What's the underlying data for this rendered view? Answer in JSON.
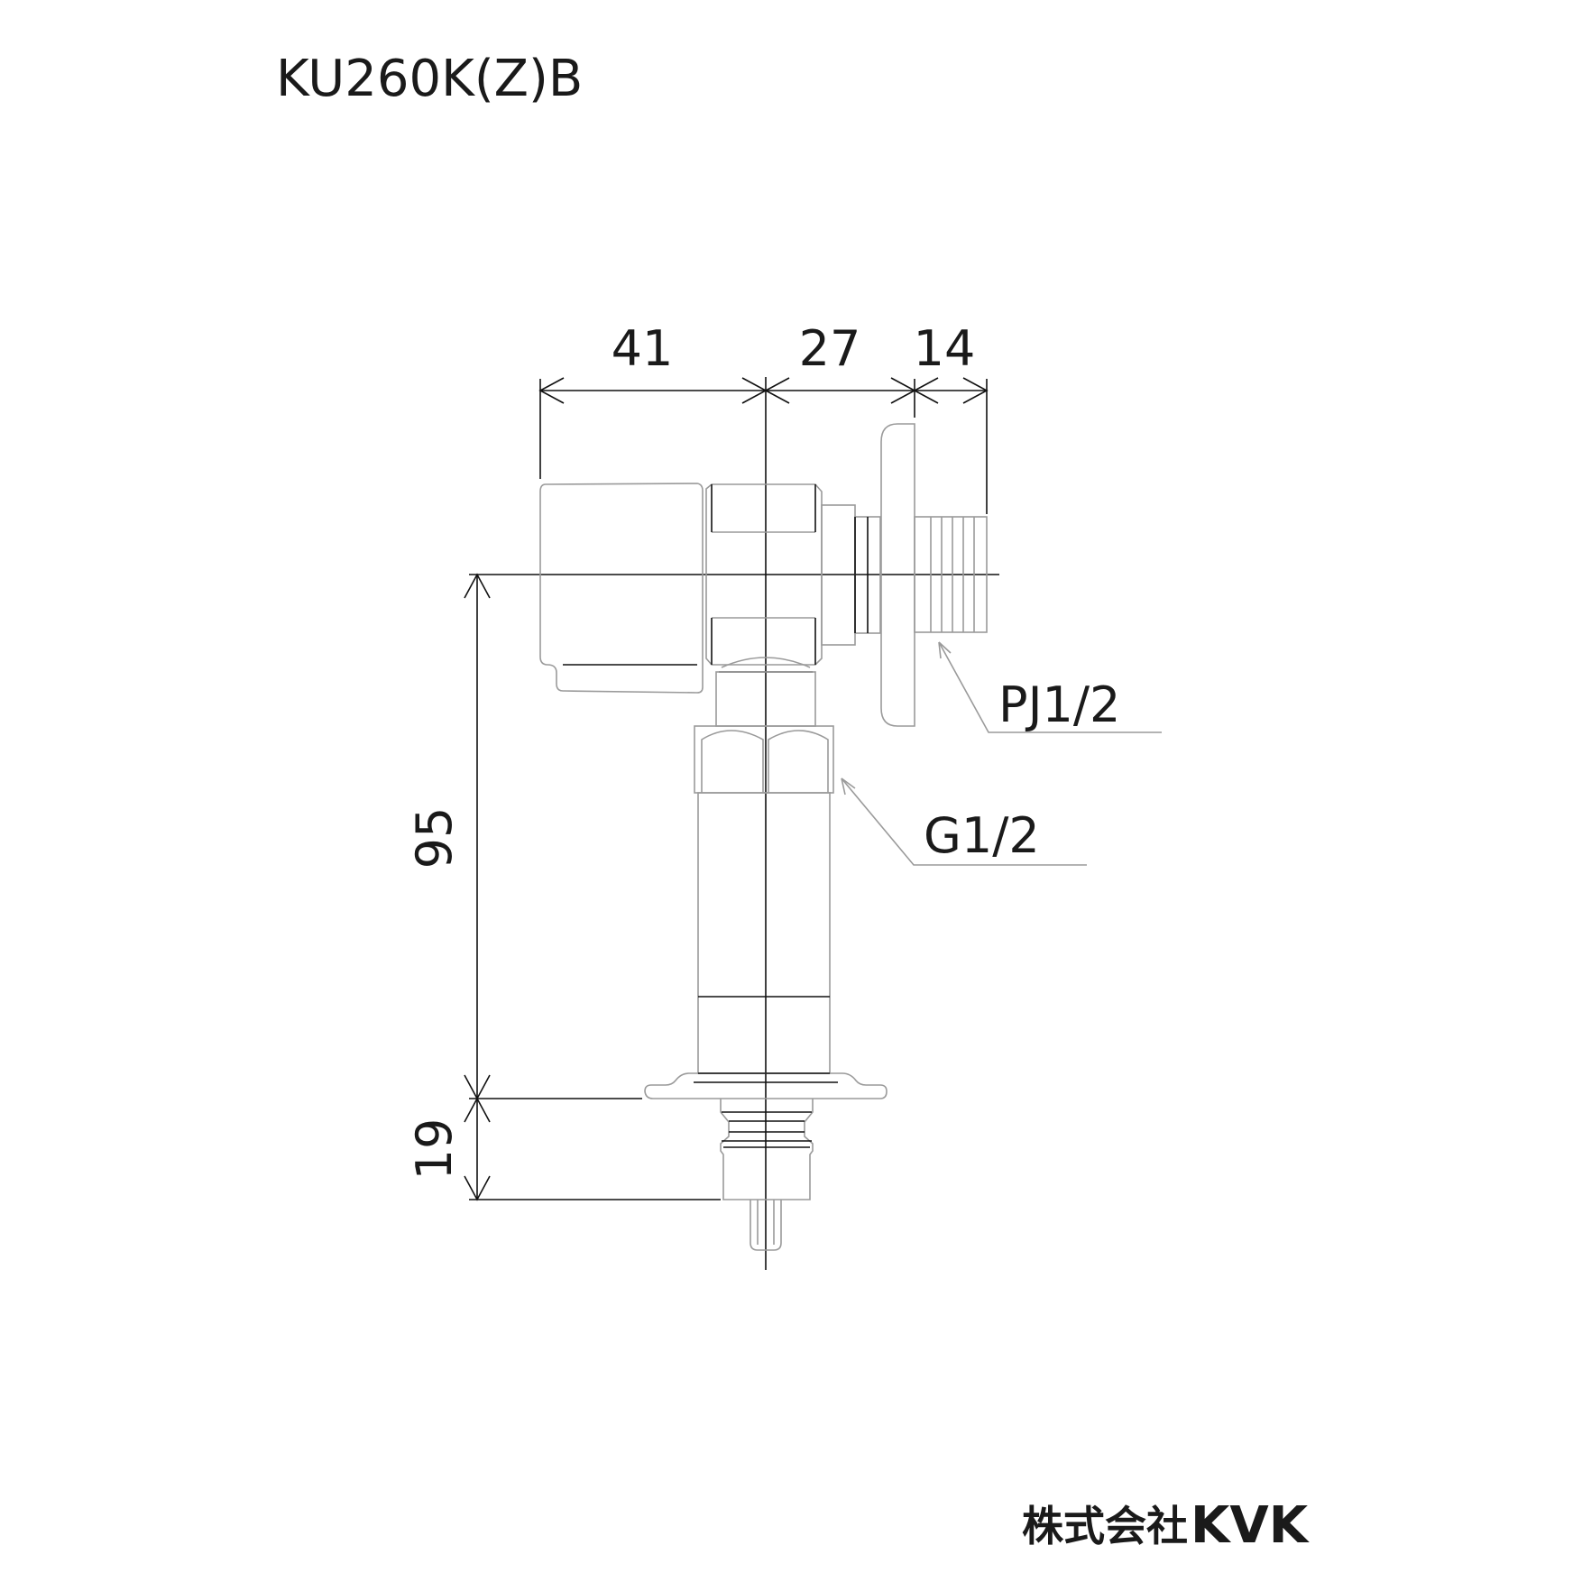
{
  "title": "KU260K(Z)B",
  "dimensions": {
    "d41": "41",
    "d27": "27",
    "d14": "14",
    "d95": "95",
    "d19": "19"
  },
  "callouts": {
    "pj": "PJ1/2",
    "g": "G1/2"
  },
  "logo": {
    "company": "株式会社",
    "brand": "KVK"
  }
}
